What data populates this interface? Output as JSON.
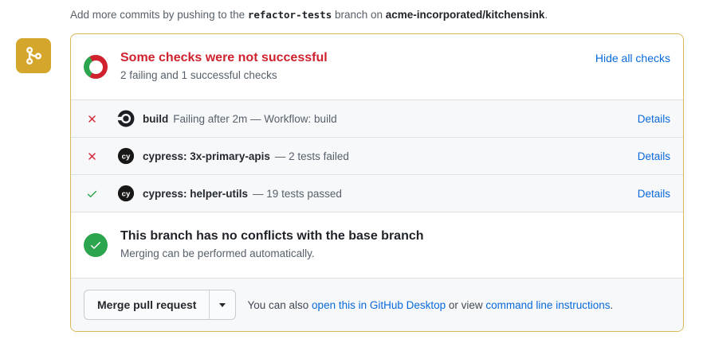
{
  "colors": {
    "accent_link": "#0969da",
    "danger": "#cf222e",
    "success": "#2da44e",
    "attention_badge_bg": "#d4a72c",
    "box_border": "#d8b755",
    "row_bg": "#f6f8fa",
    "muted_text": "#57606a"
  },
  "top_note": {
    "prefix": "Add more commits by pushing to the ",
    "branch": "refactor-tests",
    "middle": " branch on ",
    "repo": "acme-incorporated/kitchensink",
    "suffix": "."
  },
  "badge_icon": "git-merge",
  "checks_header": {
    "icon": "status-donut",
    "donut_fractions": {
      "failing": 0.667,
      "successful": 0.333
    },
    "title": "Some checks were not successful",
    "subtitle": "2 failing and 1 successful checks",
    "hide_link": "Hide all checks"
  },
  "checks": [
    {
      "status": "fail",
      "status_icon": "x-icon",
      "app_icon": "circleci-logo",
      "name": "build",
      "description": "Failing after 2m — Workflow: build",
      "details_label": "Details"
    },
    {
      "status": "fail",
      "status_icon": "x-icon",
      "app_icon": "cypress-logo",
      "name": "cypress: 3x-primary-apis",
      "description": "— 2 tests failed",
      "details_label": "Details"
    },
    {
      "status": "pass",
      "status_icon": "check-icon",
      "app_icon": "cypress-logo",
      "name": "cypress: helper-utils",
      "description": "— 19 tests passed",
      "details_label": "Details"
    }
  ],
  "mergeability": {
    "icon": "check-circle",
    "title": "This branch has no conflicts with the base branch",
    "subtitle": "Merging can be performed automatically."
  },
  "merge_bar": {
    "button_label": "Merge pull request",
    "dropdown_icon": "caret-down",
    "also_prefix": "You can also ",
    "desktop_link": "open this in GitHub Desktop",
    "or_view": " or view ",
    "cli_link": "command line instructions",
    "suffix": "."
  }
}
